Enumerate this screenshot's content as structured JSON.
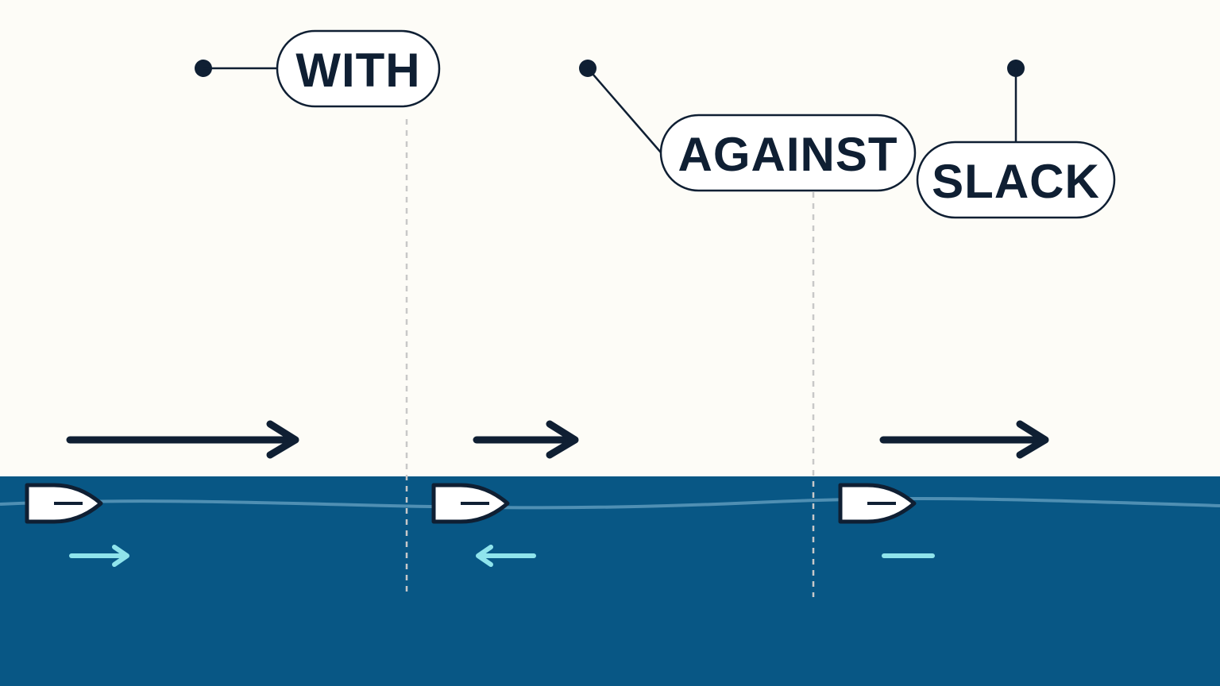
{
  "colors": {
    "background": "#fdfcf7",
    "water": "#085785",
    "wave": "#4f8fb3",
    "ink": "#0f1f33",
    "current_arrow": "#8fe4ec",
    "divider": "#c8c8c8",
    "boat_fill": "#ffffff"
  },
  "labels": {
    "with": "WITH",
    "against": "AGAINST",
    "slack": "SLACK"
  },
  "panels": [
    {
      "label_key": "with",
      "boat_speed_arrow": "long",
      "current": "with"
    },
    {
      "label_key": "against",
      "boat_speed_arrow": "short",
      "current": "against"
    },
    {
      "label_key": "slack",
      "boat_speed_arrow": "medium",
      "current": "none"
    }
  ],
  "icons": {
    "boat": "boat-icon",
    "speed_arrow": "arrow-right-icon",
    "current_with": "arrow-right-icon",
    "current_against": "arrow-left-icon",
    "current_slack": "dash-icon"
  }
}
